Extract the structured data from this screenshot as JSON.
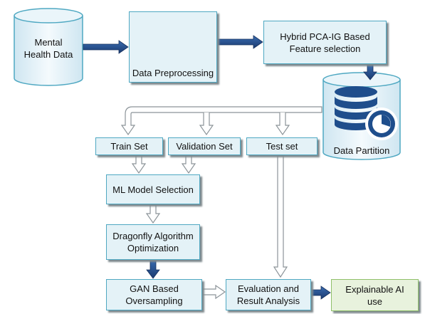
{
  "nodes": {
    "mental_health_data": "Mental\nHealth Data",
    "data_preprocessing": "Data Preprocessing",
    "hybrid_pca_ig": "Hybrid PCA-IG Based\nFeature selection",
    "data_partition": "Data Partition",
    "train_set": "Train Set",
    "validation_set": "Validation Set",
    "test_set": "Test set",
    "ml_model_selection": "ML Model Selection",
    "dragonfly": "Dragonfly Algorithm\nOptimization",
    "gan_oversampling": "GAN Based\nOversampling",
    "evaluation": "Evaluation and\nResult Analysis",
    "explainable_ai": "Explainable AI\nuse"
  },
  "colors": {
    "box_fill": "#e4f2f7",
    "box_border": "#4fa8c2",
    "green_border": "#8fc06a",
    "arrow_blue": "#1f3f7a",
    "arrow_grey": "#a8aeb3",
    "db_blue": "#1f4e8c"
  },
  "icons": [
    "database-icon",
    "gear-icon",
    "pie-chart-icon"
  ]
}
